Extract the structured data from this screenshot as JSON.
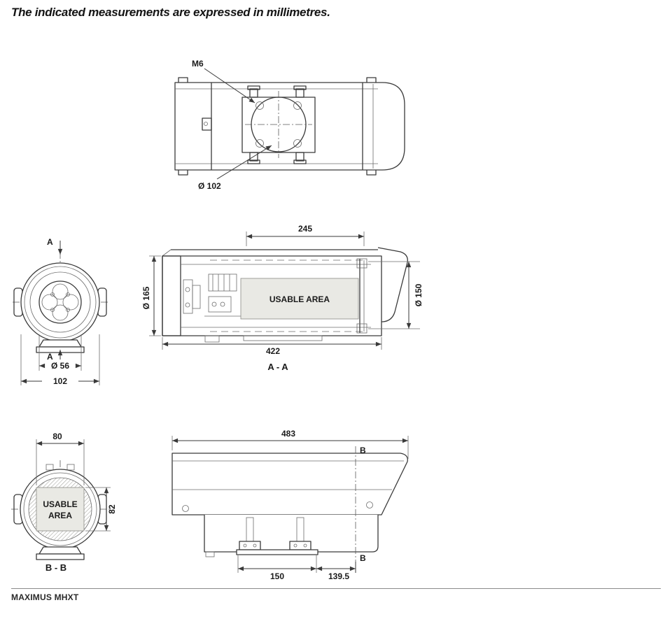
{
  "note": "The indicated measurements are expressed in millimetres.",
  "model": "MAXIMUS MHXT",
  "top_view": {
    "thread_label": "M6",
    "diameter_label": "Ø 102"
  },
  "front_view_a": {
    "section_marker_top": "A",
    "section_marker_bottom": "A",
    "dim_inner_diameter": "Ø 56",
    "dim_width": "102"
  },
  "section_aa": {
    "dim_top": "245",
    "dim_left": "Ø 165",
    "dim_right": "Ø 150",
    "usable_area": "USABLE AREA",
    "dim_bottom": "422",
    "caption": "A - A"
  },
  "front_view_b": {
    "dim_top": "80",
    "dim_right": "82",
    "usable_area_line1": "USABLE",
    "usable_area_line2": "AREA",
    "caption": "B - B"
  },
  "side_view_b": {
    "dim_top": "483",
    "section_marker_top": "B",
    "section_marker_bottom": "B",
    "dim_bracket_width": "150",
    "dim_offset": "139.5"
  }
}
